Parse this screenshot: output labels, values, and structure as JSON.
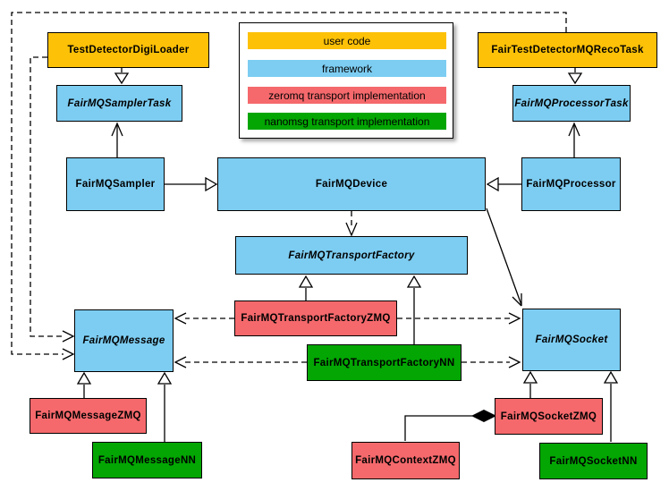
{
  "legend": {
    "items": [
      {
        "key": "user_code",
        "label": "user code",
        "color": "#FDC108"
      },
      {
        "key": "framework",
        "label": "framework",
        "color": "#7DCDF2"
      },
      {
        "key": "zeromq",
        "label": "zeromq transport implementation",
        "color": "#F5696C"
      },
      {
        "key": "nanomsg",
        "label": "nanomsg transport implementation",
        "color": "#03A603"
      }
    ]
  },
  "nodes": {
    "test_detector_digi_loader": {
      "label": "TestDetectorDigiLoader",
      "type": "user_code",
      "abstract": false
    },
    "fair_test_detector_mq_reco_task": {
      "label": "FairTestDetectorMQRecoTask",
      "type": "user_code",
      "abstract": false
    },
    "sampler_task": {
      "label": "FairMQSamplerTask",
      "type": "framework",
      "abstract": true
    },
    "processor_task": {
      "label": "FairMQProcessorTask",
      "type": "framework",
      "abstract": true
    },
    "sampler": {
      "label": "FairMQSampler",
      "type": "framework",
      "abstract": false
    },
    "device": {
      "label": "FairMQDevice",
      "type": "framework",
      "abstract": false
    },
    "processor": {
      "label": "FairMQProcessor",
      "type": "framework",
      "abstract": false
    },
    "transport_factory": {
      "label": "FairMQTransportFactory",
      "type": "framework",
      "abstract": true
    },
    "transport_factory_zmq": {
      "label": "FairMQTransportFactoryZMQ",
      "type": "zeromq",
      "abstract": false
    },
    "transport_factory_nn": {
      "label": "FairMQTransportFactoryNN",
      "type": "nanomsg",
      "abstract": false
    },
    "message": {
      "label": "FairMQMessage",
      "type": "framework",
      "abstract": true
    },
    "socket": {
      "label": "FairMQSocket",
      "type": "framework",
      "abstract": true
    },
    "message_zmq": {
      "label": "FairMQMessageZMQ",
      "type": "zeromq",
      "abstract": false
    },
    "message_nn": {
      "label": "FairMQMessageNN",
      "type": "nanomsg",
      "abstract": false
    },
    "context_zmq": {
      "label": "FairMQContextZMQ",
      "type": "zeromq",
      "abstract": false
    },
    "socket_zmq": {
      "label": "FairMQSocketZMQ",
      "type": "zeromq",
      "abstract": false
    },
    "socket_nn": {
      "label": "FairMQSocketNN",
      "type": "nanomsg",
      "abstract": false
    }
  },
  "edges": [
    {
      "from": "TestDetectorDigiLoader",
      "to": "FairMQSamplerTask",
      "kind": "inheritance"
    },
    {
      "from": "FairTestDetectorMQRecoTask",
      "to": "FairMQProcessorTask",
      "kind": "inheritance"
    },
    {
      "from": "FairMQSampler",
      "to": "FairMQSamplerTask",
      "kind": "association"
    },
    {
      "from": "FairMQProcessor",
      "to": "FairMQProcessorTask",
      "kind": "association"
    },
    {
      "from": "FairMQSampler",
      "to": "FairMQDevice",
      "kind": "inheritance"
    },
    {
      "from": "FairMQProcessor",
      "to": "FairMQDevice",
      "kind": "inheritance"
    },
    {
      "from": "FairMQDevice",
      "to": "FairMQTransportFactory",
      "kind": "dependency"
    },
    {
      "from": "FairMQDevice",
      "to": "FairMQSocket",
      "kind": "association"
    },
    {
      "from": "FairMQTransportFactoryZMQ",
      "to": "FairMQTransportFactory",
      "kind": "inheritance"
    },
    {
      "from": "FairMQTransportFactoryNN",
      "to": "FairMQTransportFactory",
      "kind": "inheritance"
    },
    {
      "from": "TestDetectorDigiLoader",
      "to": "FairMQMessage",
      "kind": "dependency"
    },
    {
      "from": "FairTestDetectorMQRecoTask",
      "to": "FairMQMessage",
      "kind": "dependency"
    },
    {
      "from": "FairMQTransportFactoryZMQ",
      "to": "FairMQMessage",
      "kind": "dependency"
    },
    {
      "from": "FairMQTransportFactoryNN",
      "to": "FairMQMessage",
      "kind": "dependency"
    },
    {
      "from": "FairMQTransportFactoryZMQ",
      "to": "FairMQSocket",
      "kind": "dependency"
    },
    {
      "from": "FairMQTransportFactoryNN",
      "to": "FairMQSocket",
      "kind": "dependency"
    },
    {
      "from": "FairMQMessageZMQ",
      "to": "FairMQMessage",
      "kind": "inheritance"
    },
    {
      "from": "FairMQMessageNN",
      "to": "FairMQMessage",
      "kind": "inheritance"
    },
    {
      "from": "FairMQSocketZMQ",
      "to": "FairMQSocket",
      "kind": "inheritance"
    },
    {
      "from": "FairMQSocketNN",
      "to": "FairMQSocket",
      "kind": "inheritance"
    },
    {
      "from": "FairMQContextZMQ",
      "to": "FairMQSocketZMQ",
      "kind": "composition"
    }
  ]
}
